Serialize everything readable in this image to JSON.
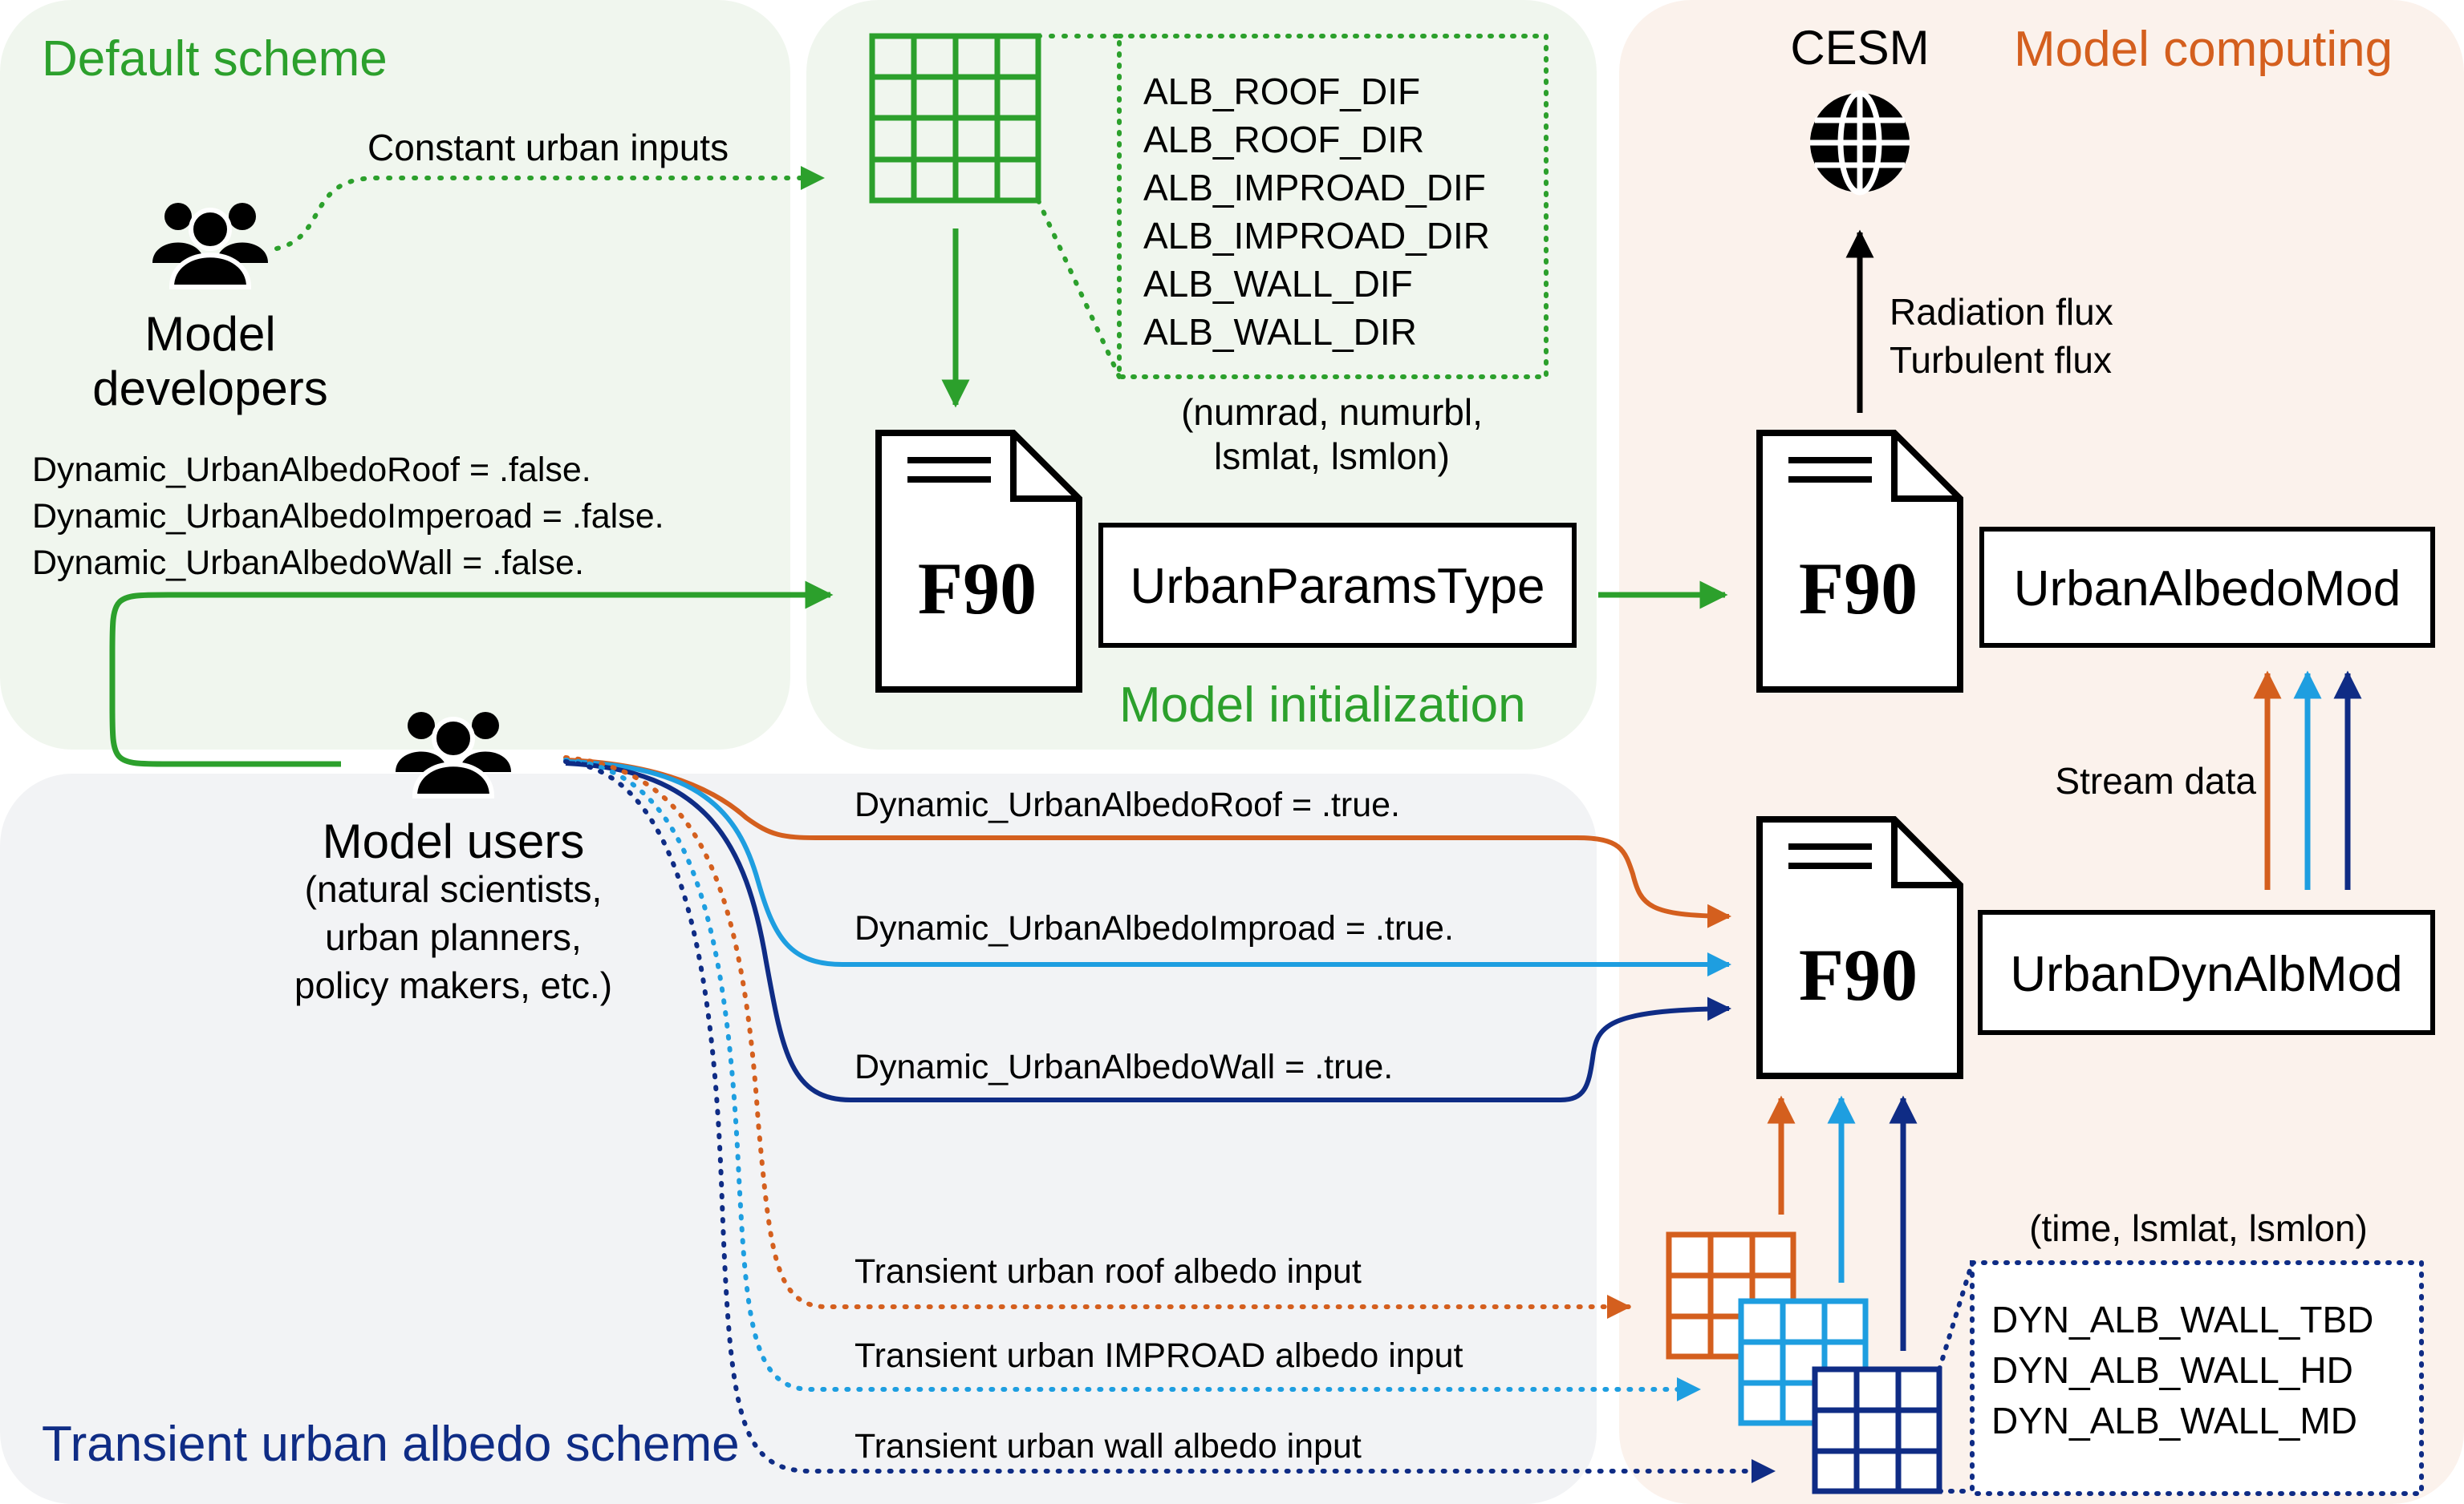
{
  "colors": {
    "green": "#2ca02c",
    "orange": "#d45f1e",
    "lightblue": "#1e9ee0",
    "darkblue": "#0f2c85",
    "bg_green": "#f0f6ee",
    "bg_gray": "#f2f3f5",
    "bg_peach": "#fbf2ec"
  },
  "regions": {
    "default": "Default scheme",
    "init": "Model initialization",
    "computing": "Model computing",
    "transient": "Transient urban albedo scheme"
  },
  "developers": {
    "icon": "users-group-icon",
    "label_line1": "Model",
    "label_line2": "developers"
  },
  "users": {
    "icon": "users-group-icon",
    "label": "Model users",
    "sub": [
      "(natural scientists,",
      "urban planners,",
      "policy makers, etc.)"
    ]
  },
  "const_inputs_label": "Constant urban inputs",
  "default_flags": [
    "Dynamic_UrbanAlbedoRoof = .false.",
    "Dynamic_UrbanAlbedoImperoad = .false.",
    "Dynamic_UrbanAlbedoWall = .false."
  ],
  "param_vars": [
    "ALB_ROOF_DIF",
    "ALB_ROOF_DIR",
    "ALB_IMPROAD_DIF",
    "ALB_IMPROAD_DIR",
    "ALB_WALL_DIF",
    "ALB_WALL_DIR"
  ],
  "param_dims": [
    "(numrad, numurbl,",
    "lsmlat, lsmlon)"
  ],
  "files": {
    "f90_label": "F90",
    "urban_params": "UrbanParamsType",
    "urban_albedo": "UrbanAlbedoMod",
    "urban_dyn": "UrbanDynAlbMod"
  },
  "cesm": {
    "label": "CESM",
    "icon": "globe-icon"
  },
  "fluxes": [
    "Radiation flux",
    "Turbulent flux"
  ],
  "stream_label": "Stream data",
  "true_flags": {
    "roof": "Dynamic_UrbanAlbedoRoof = .true.",
    "improad": "Dynamic_UrbanAlbedoImproad = .true.",
    "wall": "Dynamic_UrbanAlbedoWall = .true."
  },
  "transient_inputs": {
    "roof": "Transient urban roof albedo input",
    "improad": "Transient urban IMPROAD albedo input",
    "wall": "Transient urban wall albedo input"
  },
  "dyn_dims": "(time, lsmlat, lsmlon)",
  "dyn_vars": [
    "DYN_ALB_WALL_TBD",
    "DYN_ALB_WALL_HD",
    "DYN_ALB_WALL_MD"
  ]
}
